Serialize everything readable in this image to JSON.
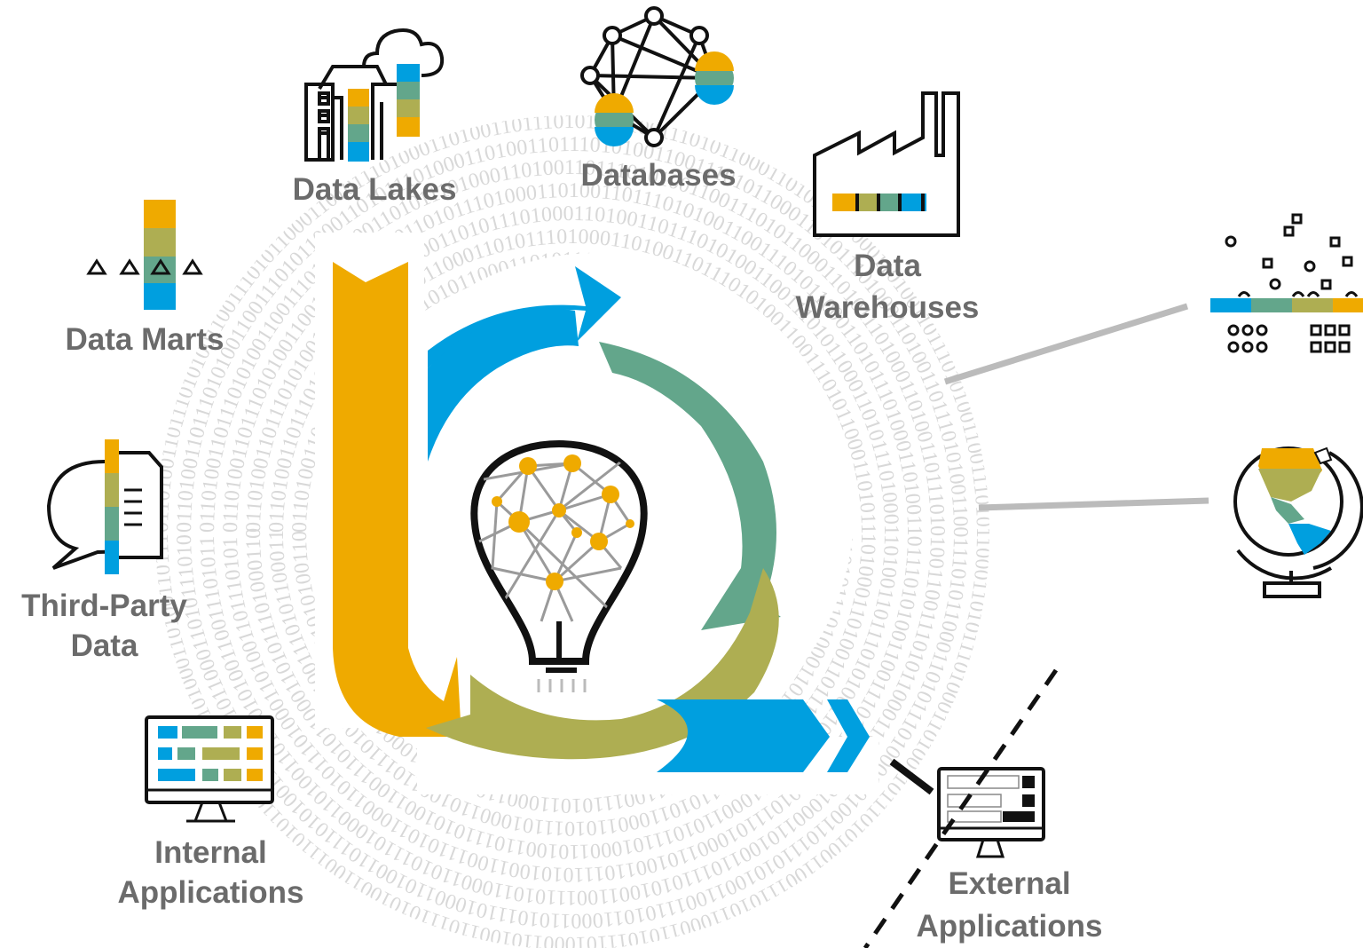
{
  "colors": {
    "yellow": "#EFAA00",
    "blue": "#009FDF",
    "teal": "#63A68B",
    "olive": "#AEAE52",
    "label_gray": "#6B6B6B",
    "binary_gray": "#D8D8D8"
  },
  "binary_pattern": "0110100110111010100110011101011000110101110100",
  "labels": {
    "data_lakes": "Data Lakes",
    "databases": "Databases",
    "data_warehouses_1": "Data",
    "data_warehouses_2": "Warehouses",
    "data_marts": "Data Marts",
    "third_party_1": "Third-Party",
    "third_party_2": "Data",
    "internal_1": "Internal",
    "internal_2": "Applications",
    "external_1": "External",
    "external_2": "Applications"
  },
  "icons": {
    "data_lakes": "building-cloud-icon",
    "databases": "network-nodes-icon",
    "data_warehouses": "factory-icon",
    "data_marts": "triangles-stack-icon",
    "third_party": "chat-document-icon",
    "internal_apps": "monitor-dashboard-icon",
    "external_apps": "monitor-dashboard-icon",
    "iot": "scattered-shapes-icon",
    "geo": "globe-icon",
    "center": "lightbulb-network-icon"
  }
}
